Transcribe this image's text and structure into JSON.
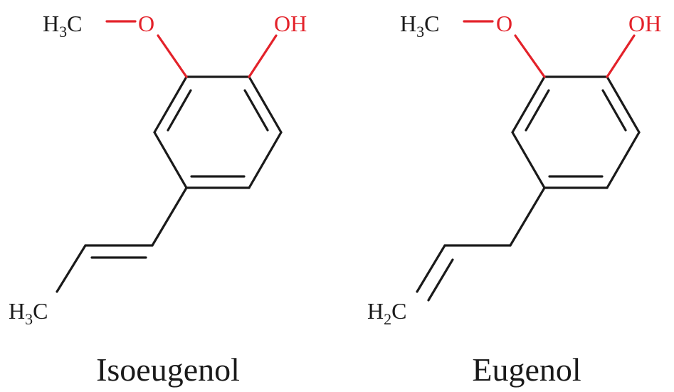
{
  "colors": {
    "bond": "#1a1a1a",
    "oxygen": "#e3222a"
  },
  "molecules": [
    {
      "name": "Isoeugenol",
      "methoxy": {
        "main": "H",
        "sub": "3",
        "tail": "C",
        "atom": "O"
      },
      "hydroxyl": "OH",
      "terminal": {
        "main": "H",
        "sub": "3",
        "tail": "C"
      }
    },
    {
      "name": "Eugenol",
      "methoxy": {
        "main": "H",
        "sub": "3",
        "tail": "C",
        "atom": "O"
      },
      "hydroxyl": "OH",
      "terminal": {
        "main": "H",
        "sub": "2",
        "tail": "C"
      }
    }
  ]
}
